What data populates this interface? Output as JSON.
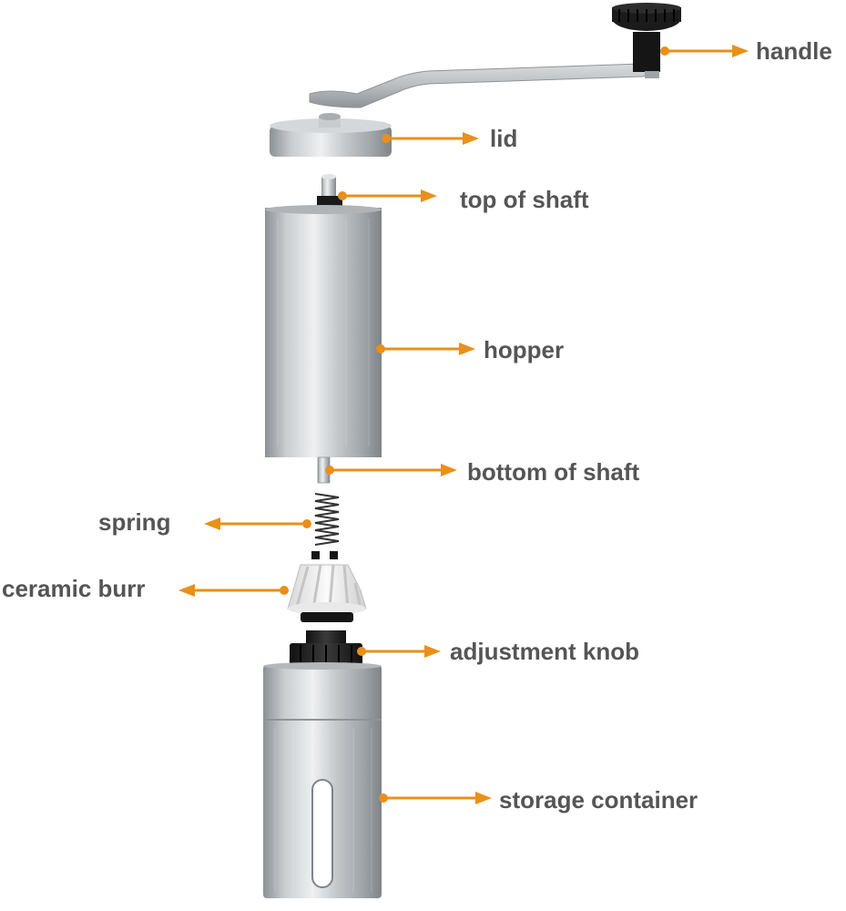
{
  "colors": {
    "arrow": "#E8901A",
    "label": "#555555",
    "steel_dark": "#8F9498",
    "steel_light": "#E6E9EB",
    "black": "#1A1A1A",
    "burr_white": "#F2F2F2"
  },
  "parts": {
    "handle": "handle",
    "lid": "lid",
    "top_of_shaft": "top of shaft",
    "hopper": "hopper",
    "bottom_of_shaft": "bottom of shaft",
    "spring": "spring",
    "ceramic_burr": "ceramic burr",
    "adjustment_knob": "adjustment knob",
    "storage_container": "storage container"
  }
}
